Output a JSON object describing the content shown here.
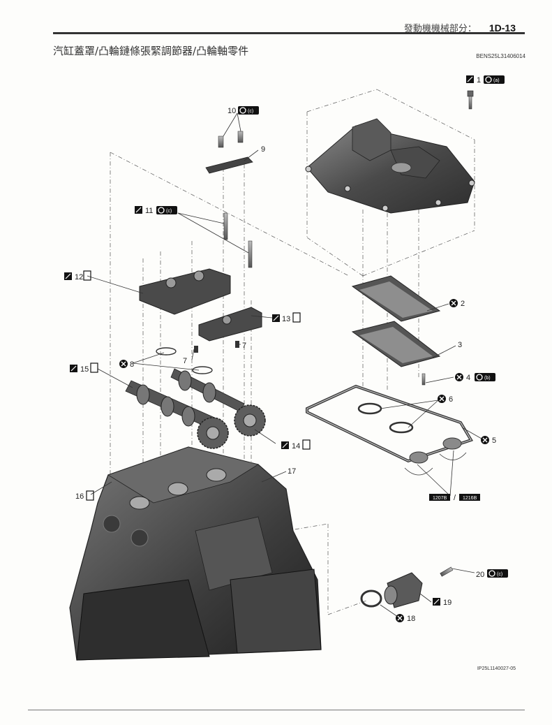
{
  "header": {
    "section": "發動機機械部分：",
    "page_number": "1D-13"
  },
  "title": "汽缸蓋罩/凸輪鏈條張緊調節器/凸輪軸零件",
  "doc_code": "BENS25L31406014",
  "figure_code": "IP25L1140027-05",
  "callouts": {
    "c1": "1",
    "c2": "2",
    "c3": "3",
    "c4": "4",
    "c5": "5",
    "c6": "6",
    "c7a": "7",
    "c7b": "7",
    "c8": "8",
    "c9": "9",
    "c10": "10",
    "c11": "11",
    "c12": "12",
    "c13": "13",
    "c14": "14",
    "c15": "15",
    "c16": "16",
    "c17": "17",
    "c18": "18",
    "c19": "19",
    "c20": "20"
  },
  "torque_tags": {
    "t1": "(a)",
    "t4": "(b)",
    "t10": "(c)",
    "t11": "(c)",
    "t20": "(c)"
  },
  "sealant_tags": {
    "s1": "1207B",
    "s2": "1216B",
    "separator": "/"
  },
  "colors": {
    "text": "#222222",
    "rule": "#333333",
    "part_dark": "#3a3a3a",
    "part_mid": "#6b6b6b",
    "part_light": "#a9a9a9"
  }
}
